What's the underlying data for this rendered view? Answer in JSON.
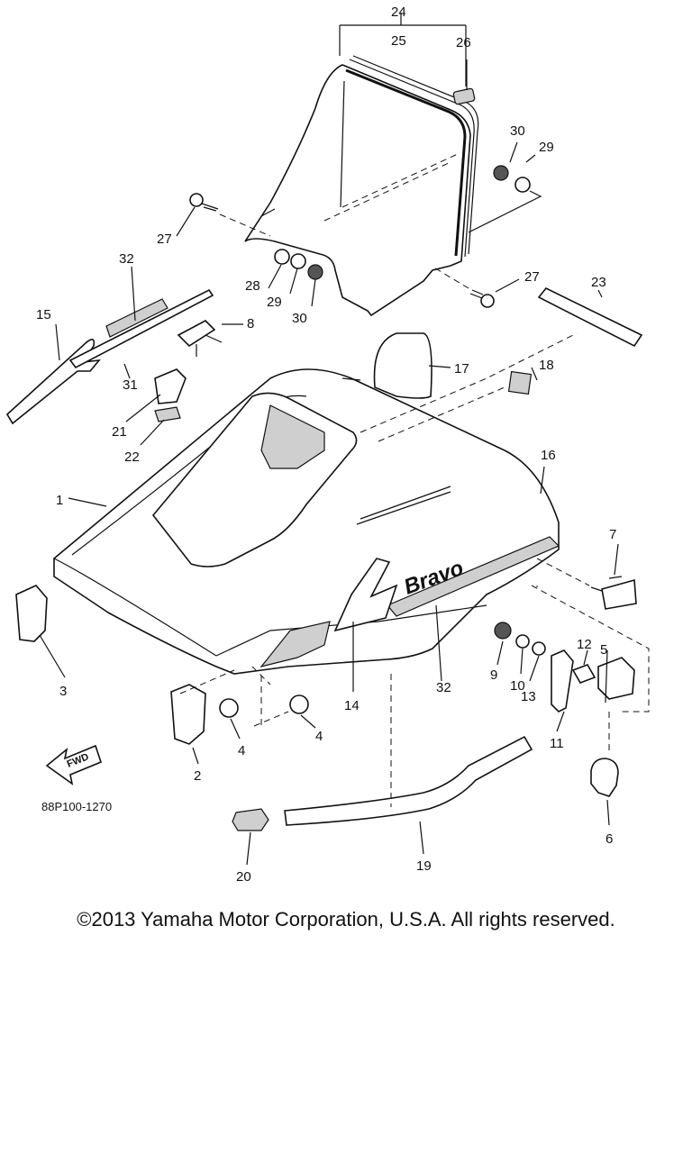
{
  "diagram": {
    "part_code": "88P100-1270",
    "fwd_label": "FWD",
    "brand_label": "Bravo",
    "callouts": [
      {
        "id": "c1",
        "label": "1"
      },
      {
        "id": "c2",
        "label": "2"
      },
      {
        "id": "c3",
        "label": "3"
      },
      {
        "id": "c4a",
        "label": "4"
      },
      {
        "id": "c4b",
        "label": "4"
      },
      {
        "id": "c5",
        "label": "5"
      },
      {
        "id": "c6",
        "label": "6"
      },
      {
        "id": "c7",
        "label": "7"
      },
      {
        "id": "c8",
        "label": "8"
      },
      {
        "id": "c9",
        "label": "9"
      },
      {
        "id": "c10",
        "label": "10"
      },
      {
        "id": "c11",
        "label": "11"
      },
      {
        "id": "c12",
        "label": "12"
      },
      {
        "id": "c13",
        "label": "13"
      },
      {
        "id": "c14",
        "label": "14"
      },
      {
        "id": "c15",
        "label": "15"
      },
      {
        "id": "c16",
        "label": "16"
      },
      {
        "id": "c17",
        "label": "17"
      },
      {
        "id": "c18",
        "label": "18"
      },
      {
        "id": "c19",
        "label": "19"
      },
      {
        "id": "c20",
        "label": "20"
      },
      {
        "id": "c21",
        "label": "21"
      },
      {
        "id": "c22",
        "label": "22"
      },
      {
        "id": "c23",
        "label": "23"
      },
      {
        "id": "c24",
        "label": "24"
      },
      {
        "id": "c25",
        "label": "25"
      },
      {
        "id": "c26",
        "label": "26"
      },
      {
        "id": "c27a",
        "label": "27"
      },
      {
        "id": "c27b",
        "label": "27"
      },
      {
        "id": "c28",
        "label": "28"
      },
      {
        "id": "c29a",
        "label": "29"
      },
      {
        "id": "c29b",
        "label": "29"
      },
      {
        "id": "c30a",
        "label": "30"
      },
      {
        "id": "c30b",
        "label": "30"
      },
      {
        "id": "c31",
        "label": "31"
      },
      {
        "id": "c32a",
        "label": "32"
      },
      {
        "id": "c32b",
        "label": "32"
      }
    ]
  },
  "copyright": "©2013 Yamaha Motor Corporation, U.S.A. All rights reserved."
}
